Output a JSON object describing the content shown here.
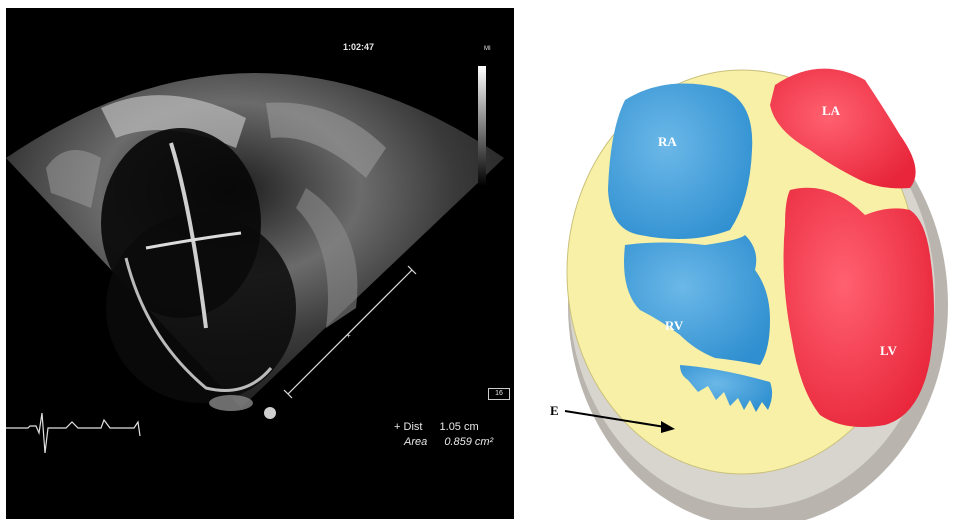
{
  "echo": {
    "timestamp": "1:02:47",
    "mi_label": "MI",
    "depth_label": "16",
    "measurements": [
      {
        "symbol": "+",
        "label": "Dist",
        "value": "1.05 cm"
      },
      {
        "label": "Area",
        "value": "0.859 cm²"
      }
    ]
  },
  "diagram": {
    "labels": {
      "ra": "RA",
      "la": "LA",
      "rv": "RV",
      "lv": "LV",
      "e": "E"
    },
    "colors": {
      "right_heart": "#2f8fd0",
      "left_heart": "#e8253a",
      "myocardium": "#f7f0a6",
      "pericardium": "#b9b5ae"
    }
  }
}
